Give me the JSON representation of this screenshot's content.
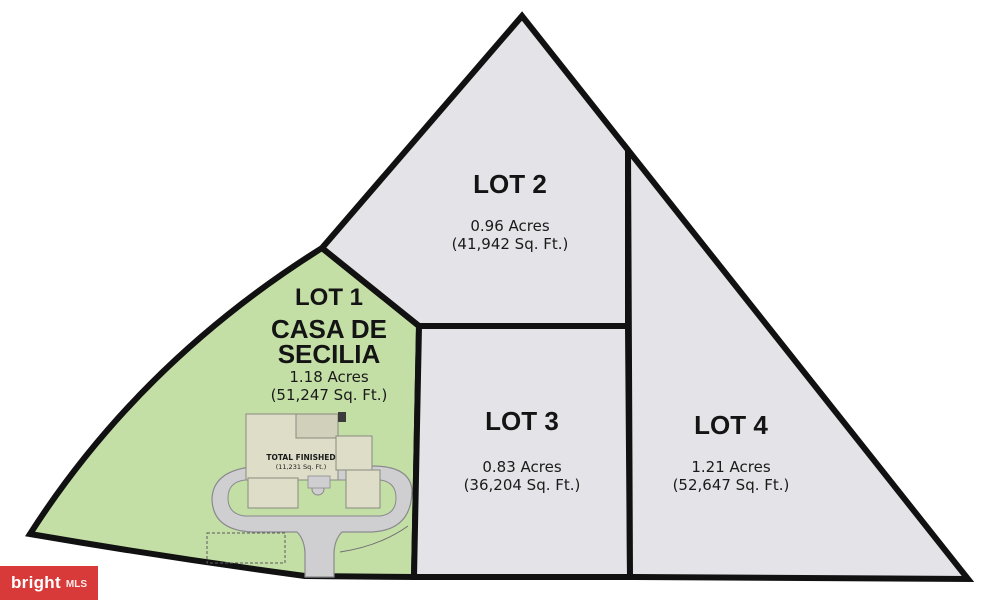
{
  "lots": [
    {
      "id": "lot-1",
      "title": "LOT 1",
      "name_lines": [
        "CASA DE",
        "SECILIA"
      ],
      "acres": "1.18 Acres",
      "sqft": "(51,247 Sq. Ft.)"
    },
    {
      "id": "lot-2",
      "title": "LOT 2",
      "acres": "0.96 Acres",
      "sqft": "(41,942 Sq. Ft.)"
    },
    {
      "id": "lot-3",
      "title": "LOT 3",
      "acres": "0.83 Acres",
      "sqft": "(36,204 Sq. Ft.)"
    },
    {
      "id": "lot-4",
      "title": "LOT 4",
      "acres": "1.21 Acres",
      "sqft": "(52,647 Sq. Ft.)"
    }
  ],
  "house": {
    "label": "TOTAL FINISHED",
    "sqft": "(11,231 Sq. Ft.)"
  },
  "watermark": {
    "brand": "bright",
    "mls": "MLS"
  },
  "colors": {
    "lot1_fill": "#c4dfa6",
    "lot_fill": "#e4e4e8",
    "boundary": "#111111",
    "watermark": "#d83a3a"
  }
}
